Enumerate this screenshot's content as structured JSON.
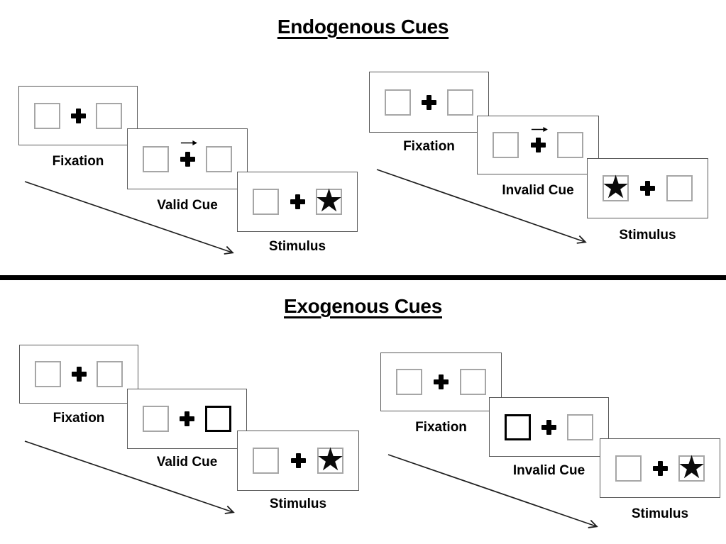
{
  "colors": {
    "background": "#ffffff",
    "ink": "#000000",
    "panel_border": "#595959",
    "square_border": "#a6a6a6",
    "bold_square_border": "#000000"
  },
  "icons": {
    "star_glyph": "★"
  },
  "sections": [
    {
      "title": "Endogenous Cues",
      "groups": [
        {
          "name": "valid-trial",
          "panels": [
            {
              "label": "Fixation",
              "left_square": "plain",
              "right_square": "plain",
              "cue_arrow": false
            },
            {
              "label": "Valid Cue",
              "left_square": "plain",
              "right_square": "plain",
              "cue_arrow": true
            },
            {
              "label": "Stimulus",
              "left_square": "plain",
              "right_square": "star",
              "cue_arrow": false
            }
          ]
        },
        {
          "name": "invalid-trial",
          "panels": [
            {
              "label": "Fixation",
              "left_square": "plain",
              "right_square": "plain",
              "cue_arrow": false
            },
            {
              "label": "Invalid Cue",
              "left_square": "plain",
              "right_square": "plain",
              "cue_arrow": true
            },
            {
              "label": "Stimulus",
              "left_square": "star",
              "right_square": "plain",
              "cue_arrow": false
            }
          ]
        }
      ]
    },
    {
      "title": "Exogenous Cues",
      "groups": [
        {
          "name": "valid-trial",
          "panels": [
            {
              "label": "Fixation",
              "left_square": "plain",
              "right_square": "plain",
              "cue_arrow": false
            },
            {
              "label": "Valid Cue",
              "left_square": "plain",
              "right_square": "bold",
              "cue_arrow": false
            },
            {
              "label": "Stimulus",
              "left_square": "plain",
              "right_square": "star",
              "cue_arrow": false
            }
          ]
        },
        {
          "name": "invalid-trial",
          "panels": [
            {
              "label": "Fixation",
              "left_square": "plain",
              "right_square": "plain",
              "cue_arrow": false
            },
            {
              "label": "Invalid Cue",
              "left_square": "bold",
              "right_square": "plain",
              "cue_arrow": false
            },
            {
              "label": "Stimulus",
              "left_square": "plain",
              "right_square": "star",
              "cue_arrow": false
            }
          ]
        }
      ]
    }
  ]
}
